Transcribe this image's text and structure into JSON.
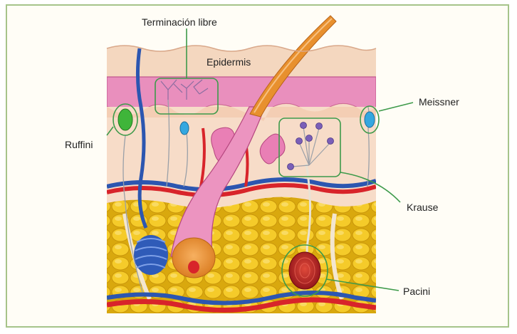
{
  "labels": {
    "terminacion_libre": "Terminación libre",
    "epidermis": "Epidermis",
    "meissner": "Meissner",
    "ruffini": "Ruffini",
    "krause": "Krause",
    "pacini": "Pacini"
  },
  "colors": {
    "frame": "#a6c48a",
    "callout": "#3d9a4a",
    "epidermis": "#f2d2b8",
    "dermis_pink": "#e58cba",
    "fat": "#f2c41e",
    "artery": "#d8242a",
    "vein": "#2c56b0",
    "hair": "#e8902e"
  }
}
